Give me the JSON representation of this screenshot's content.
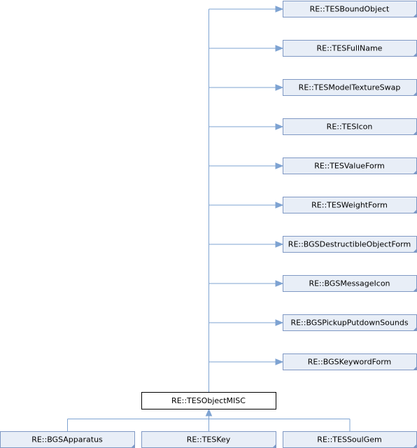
{
  "diagram": {
    "base_classes": [
      "RE::TESBoundObject",
      "RE::TESFullName",
      "RE::TESModelTextureSwap",
      "RE::TESIcon",
      "RE::TESValueForm",
      "RE::TESWeightForm",
      "RE::BGSDestructibleObjectForm",
      "RE::BGSMessageIcon",
      "RE::BGSPickupPutdownSounds",
      "RE::BGSKeywordForm"
    ],
    "focus_class": "RE::TESObjectMISC",
    "derived_classes": [
      "RE::BGSApparatus",
      "RE::TESKey",
      "RE::TESSoulGem"
    ],
    "colors": {
      "box_fill": "#e8eef7",
      "box_border": "#7f98c4",
      "focus_fill": "#ffffff",
      "focus_border": "#000000",
      "edge": "#7ea3d2"
    }
  }
}
